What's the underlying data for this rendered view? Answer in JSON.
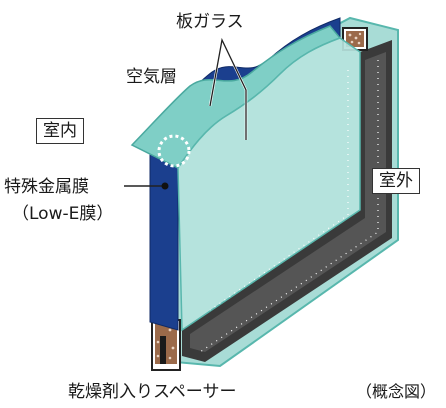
{
  "labels": {
    "glass": "板ガラス",
    "air_layer": "空気層",
    "inside": "室内",
    "metal_film": "特殊金属膜",
    "low_e": "（Low-E膜）",
    "outside": "室外",
    "spacer": "乾燥剤入りスペーサー",
    "concept": "（概念図）"
  },
  "colors": {
    "glass_light": "#a8dcd6",
    "glass_edge": "#58b7ad",
    "glass_blue": "#1b3f8e",
    "frame_dark": "#2b2b2b",
    "spacer_brown": "#9b6a4a"
  }
}
